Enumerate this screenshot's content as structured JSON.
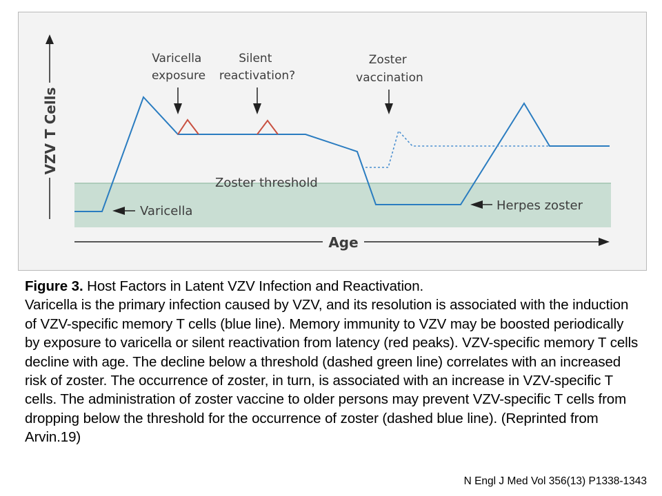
{
  "diagram": {
    "y_axis_label": "VZV T Cells",
    "x_axis_label": "Age",
    "threshold_label": "Zoster threshold",
    "annotations": {
      "varicella_exposure": [
        "Varicella",
        "exposure"
      ],
      "silent_reactivation": [
        "Silent",
        "reactivation?"
      ],
      "zoster_vaccination": [
        "Zoster",
        "vaccination"
      ],
      "varicella": "Varicella",
      "herpes_zoster": "Herpes zoster"
    },
    "colors": {
      "t_cell_line": "#2a7cc0",
      "boost_peaks": "#c85040",
      "threshold_band": "#c9ded3",
      "threshold_border": "#9fc4ae",
      "vaccine_line": "#4a8fd0",
      "arrows": "#222222"
    }
  },
  "caption": {
    "figure_label": "Figure 3.",
    "title": " Host Factors in Latent VZV Infection and Reactivation.",
    "body": "Varicella is the primary infection caused by VZV, and its resolution is associated with the induction of VZV-specific memory T cells (blue line). Memory immunity to VZV may be boosted periodically by exposure to varicella or silent reactivation from latency (red peaks). VZV-specific memory T cells decline with age. The decline below a threshold (dashed green line) correlates with an increased risk of zoster. The occurrence of zoster, in turn, is associated with an increase in VZV-specific T cells. The administration of zoster vaccine to older persons may prevent VZV-specific T cells from dropping below the threshold for the occurrence of zoster (dashed blue line). (Reprinted from Arvin.19)"
  },
  "citation": "N Engl J Med Vol 356(13) P1338-1343"
}
